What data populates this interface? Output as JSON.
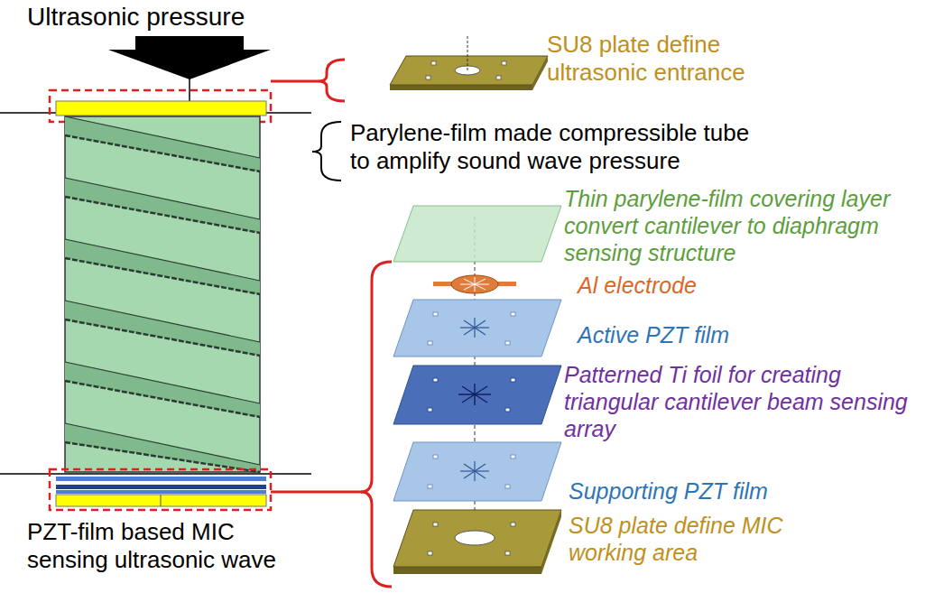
{
  "diagram": {
    "labels": [
      "Ultrasonic pressure",
      "SU8 plate define ultrasonic entrance",
      "Parylene-film made compressible tube to amplify sound wave pressure",
      "Thin parylene-film covering layer convert cantilever to diaphragm sensing structure",
      "Al electrode",
      "Active PZT film",
      "Patterned Ti foil for creating triangular cantilever beam sensing array",
      "Supporting PZT film",
      "SU8 plate define MIC working area",
      "PZT-film based MIC sensing ultrasonic wave"
    ]
  }
}
